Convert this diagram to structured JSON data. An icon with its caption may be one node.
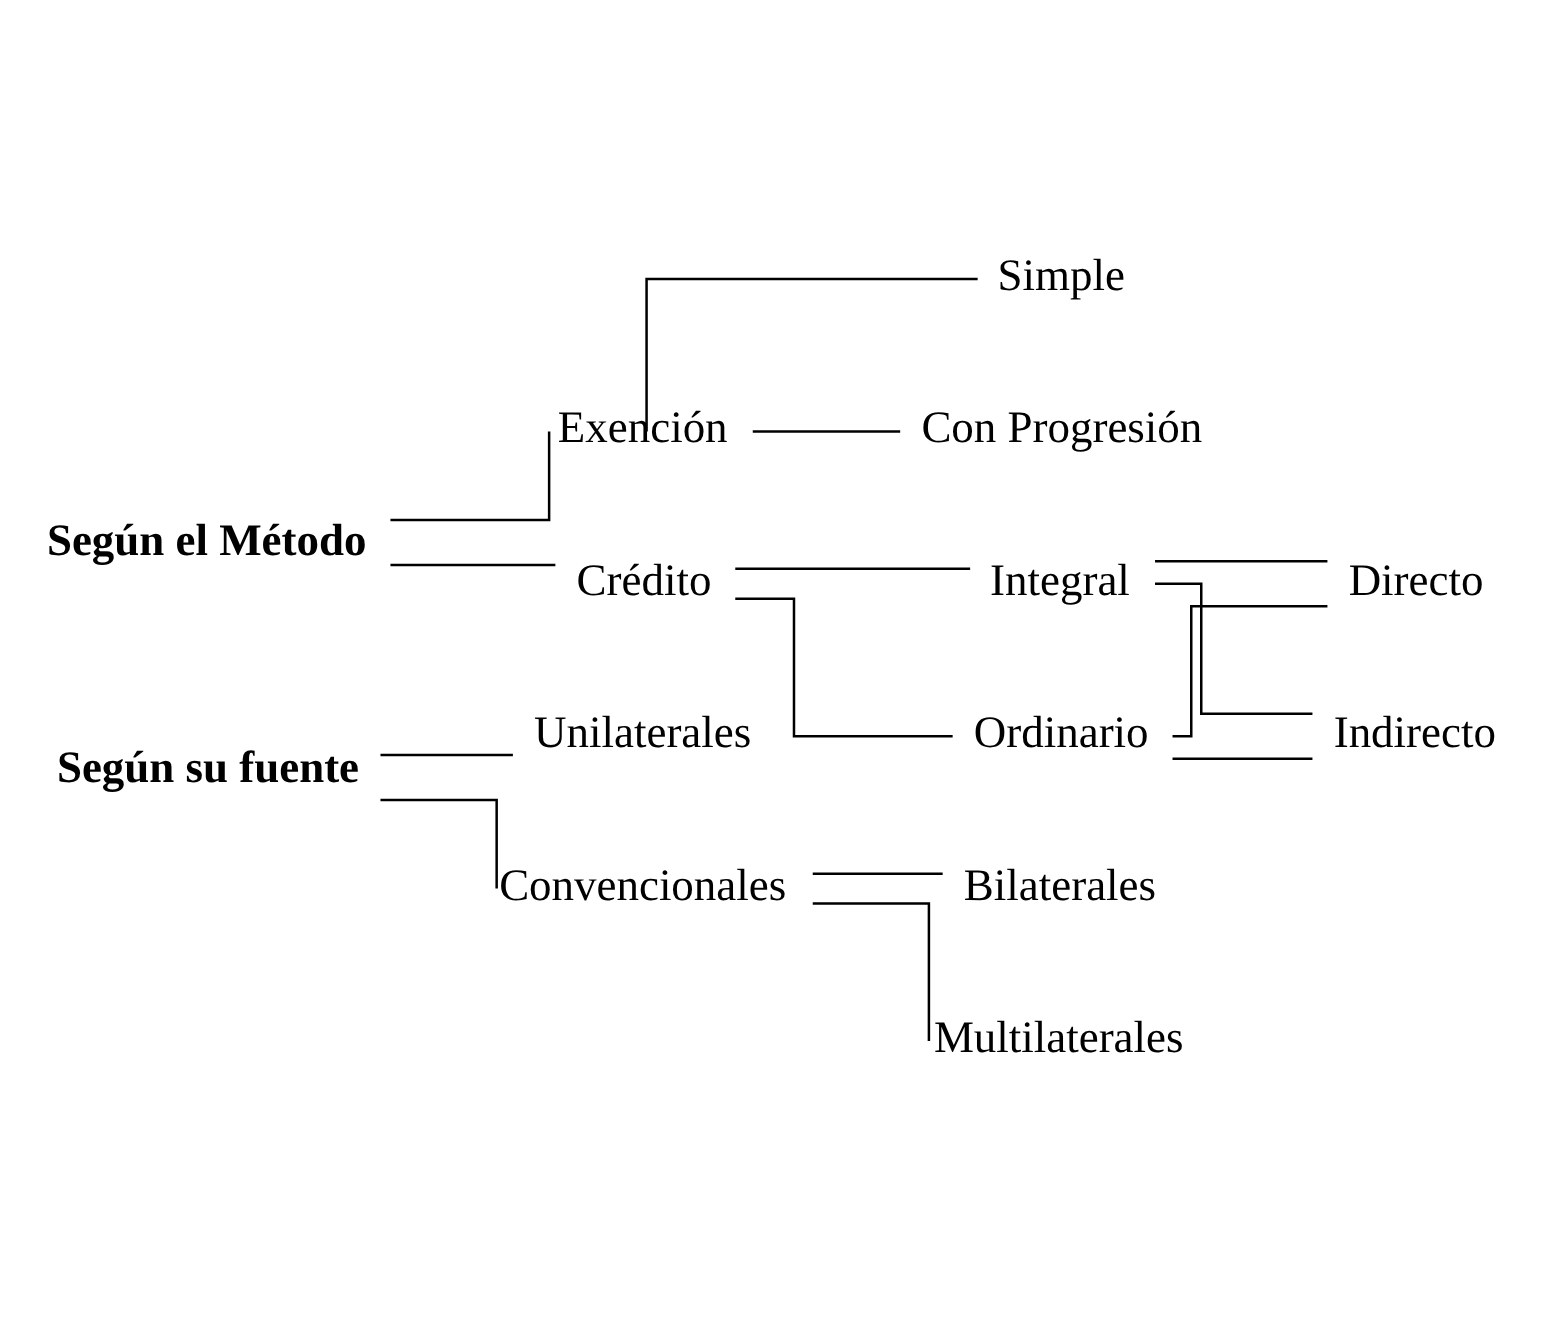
{
  "diagram": {
    "nodes": [
      {
        "text": [
          "Según su fuente"
        ]
      },
      {
        "text": [
          "Unilaterales"
        ]
      },
      {
        "text": [
          "Convencionales"
        ]
      },
      {
        "text": [
          "Bilaterales"
        ]
      },
      {
        "text": [
          "Multilaterales"
        ]
      },
      {
        "text": [
          "Según el Método"
        ]
      },
      {
        "text": [
          "Exención"
        ]
      },
      {
        "text": [
          "Simple"
        ]
      },
      {
        "text": [
          "Con Progresión"
        ]
      },
      {
        "text": [
          "Crédito"
        ]
      },
      {
        "text": [
          "Integral"
        ]
      },
      {
        "text": [
          "Ordinario"
        ]
      },
      {
        "text": [
          "Directo"
        ]
      },
      {
        "text": [
          "Indirecto"
        ]
      }
    ],
    "edges": [
      {
        "from": 0,
        "to": 1,
        "arrow": "none"
      },
      {
        "from": 0,
        "to": 2,
        "arrow": "none"
      },
      {
        "from": 2,
        "to": 3,
        "arrow": "none"
      },
      {
        "from": 2,
        "to": 4,
        "arrow": "none"
      },
      {
        "from": 5,
        "to": 6,
        "arrow": "none"
      },
      {
        "from": 5,
        "to": 9,
        "arrow": "none"
      },
      {
        "from": 6,
        "to": 7,
        "arrow": "none"
      },
      {
        "from": 6,
        "to": 8,
        "arrow": "none"
      },
      {
        "from": 9,
        "to": 10,
        "arrow": "none"
      },
      {
        "from": 9,
        "to": 11,
        "arrow": "none"
      },
      {
        "from": 10,
        "to": 12,
        "arrow": "none"
      },
      {
        "from": 10,
        "to": 13,
        "arrow": "none"
      },
      {
        "from": 11,
        "to": 12,
        "arrow": "none"
      },
      {
        "from": 11,
        "to": 13,
        "arrow": "none"
      }
    ]
  }
}
